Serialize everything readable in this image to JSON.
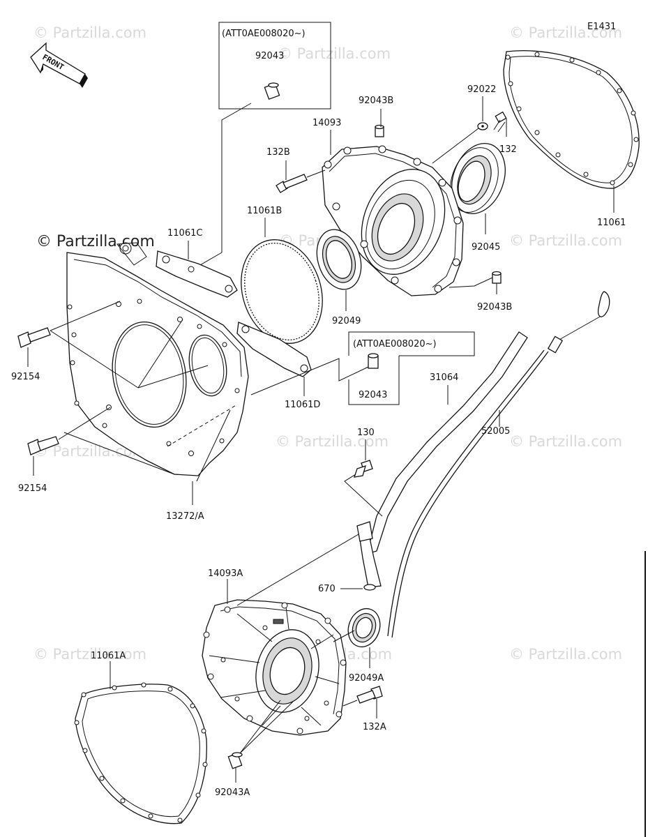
{
  "diagram_code": "E1431",
  "direction_label": "FRONT",
  "watermark": "© Partzilla.com",
  "watermark_main": "© Partzilla.com",
  "callouts": {
    "att1": "(ATT0AE008020~)",
    "att2": "(ATT0AE008020~)"
  },
  "parts": {
    "p92043_top": "92043",
    "p92043b_top": "92043B",
    "p92022": "92022",
    "p14093": "14093",
    "p132b": "132B",
    "p132": "132",
    "p11061": "11061",
    "p11061c": "11061C",
    "p11061b": "11061B",
    "p92045": "92045",
    "p92049": "92049",
    "p92043b_bot": "92043B",
    "p92154_top": "92154",
    "p92154_bot": "92154",
    "p11061d": "11061D",
    "p92043_mid": "92043",
    "p31064": "31064",
    "p52005": "52005",
    "p130": "130",
    "p13272a": "13272/A",
    "p14093a": "14093A",
    "p670": "670",
    "p92049a": "92049A",
    "p11061a": "11061A",
    "p132a": "132A",
    "p92043a": "92043A"
  }
}
